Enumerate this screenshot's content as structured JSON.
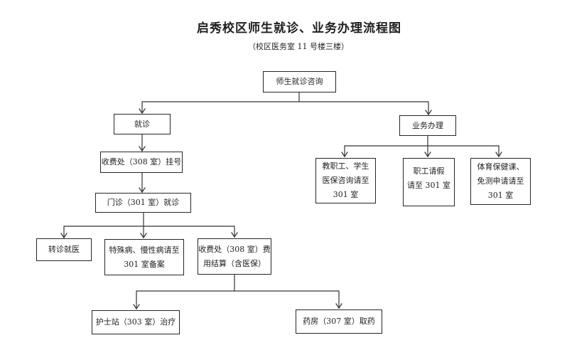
{
  "title": "启秀校区师生就诊、业务办理流程图",
  "subtitle": "（校区医务室 11 号楼三楼）",
  "colors": {
    "line": "#333333",
    "border": "#262626",
    "text": "#1f1f1f",
    "background": "#ffffff"
  },
  "nodes": {
    "consult": "师生就诊咨询",
    "visit": "就诊",
    "register": "收费处（308 室）挂号",
    "outpatient": "门诊（301 室）就诊",
    "referral": "转诊就医",
    "special": "特殊病、慢性病请至\n301 室备案",
    "settlement": "收费处（308 室）费\n用结算（含医保）",
    "nurse": "护士站（303 室）治疗",
    "pharmacy": "药房（307 室）取药",
    "business": "业务办理",
    "insurance": "教职工、学生\n医保咨询请至\n301 室",
    "leave": "职工请假\n请至 301 室",
    "pe": "体育保健课、\n免测申请请至\n301 室"
  },
  "edges": [
    {
      "from": "consult",
      "to": "visit"
    },
    {
      "from": "consult",
      "to": "business"
    },
    {
      "from": "visit",
      "to": "register"
    },
    {
      "from": "register",
      "to": "outpatient"
    },
    {
      "from": "outpatient",
      "to": "referral"
    },
    {
      "from": "outpatient",
      "to": "special"
    },
    {
      "from": "outpatient",
      "to": "settlement"
    },
    {
      "from": "settlement",
      "to": "nurse"
    },
    {
      "from": "settlement",
      "to": "pharmacy"
    },
    {
      "from": "business",
      "to": "insurance"
    },
    {
      "from": "business",
      "to": "leave"
    },
    {
      "from": "business",
      "to": "pe"
    }
  ]
}
